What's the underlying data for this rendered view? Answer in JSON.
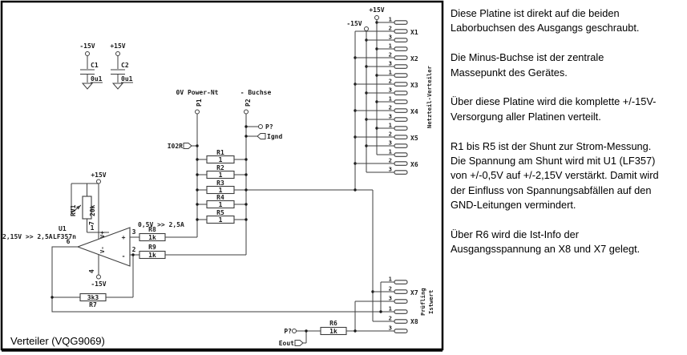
{
  "schematic": {
    "title": "Verteiler (VQG9069)",
    "supplies": {
      "minus15": "-15V",
      "plus15": "+15V"
    },
    "caps": [
      {
        "name": "C1",
        "value": "0u1"
      },
      {
        "name": "C2",
        "value": "0u1"
      }
    ],
    "p1": {
      "header": "0V Power-Nt",
      "pin": "P1"
    },
    "p2": {
      "header": "- Buchse",
      "pin": "P2"
    },
    "signals": {
      "i02r": "I02R",
      "pq": "P?",
      "ignd": "Ignd",
      "eout": "Eout"
    },
    "shunt": [
      {
        "name": "R1",
        "value": "1"
      },
      {
        "name": "R2",
        "value": "1"
      },
      {
        "name": "R3",
        "value": "1"
      },
      {
        "name": "R4",
        "value": "1"
      },
      {
        "name": "R5",
        "value": "1"
      }
    ],
    "opamp": {
      "ref": "U1",
      "part": "LF357n",
      "gain_left": "2,15V >> 2,5A",
      "gain_right": "0,5V >> 2,5A",
      "plus": "+",
      "minus": "-",
      "vplus": "V+",
      "vminus": "V-",
      "pins": {
        "p1": "1",
        "p2": "2",
        "p3": "3",
        "p4": "4",
        "p6": "6",
        "p7": "7"
      }
    },
    "resistors": {
      "rv1": {
        "name": "RV1",
        "value": "20k"
      },
      "r6": {
        "name": "R6",
        "value": "1k"
      },
      "r7": {
        "name": "R7",
        "value": "3k3"
      },
      "r8": {
        "name": "R8",
        "value": "1k"
      },
      "r9": {
        "name": "R9",
        "value": "1k"
      }
    },
    "connectors": {
      "pins": [
        "1",
        "2",
        "3"
      ],
      "top": [
        "X1",
        "X2",
        "X3",
        "X4",
        "X5",
        "X6"
      ],
      "top_label": "Netzteil-Verteiler",
      "bottom": [
        "X7",
        "X8"
      ],
      "bottom_label1": "Prüfling",
      "bottom_label2": "Istwert"
    }
  },
  "notes": {
    "p1": "Diese Platine ist direkt auf die beiden\nLaborbuchsen des Ausgangs geschraubt.",
    "p2": "Die Minus-Buchse ist der zentrale\nMassepunkt des Gerätes.",
    "p3": "Über diese Platine wird die komplette +/-15V-\nVersorgung aller Platinen verteilt.",
    "p4": "R1 bis R5 ist der Shunt zur Strom-Messung.\nDie Spannung am Shunt wird mit U1 (LF357)\nvon +/-0,5V auf +/-2,15V verstärkt. Damit wird\nder Einfluss von Spannungsabfällen auf den\nGND-Leitungen vermindert.",
    "p5": "Über R6 wird die Ist-Info der\nAusgangsspannung an X8 und X7 gelegt."
  }
}
